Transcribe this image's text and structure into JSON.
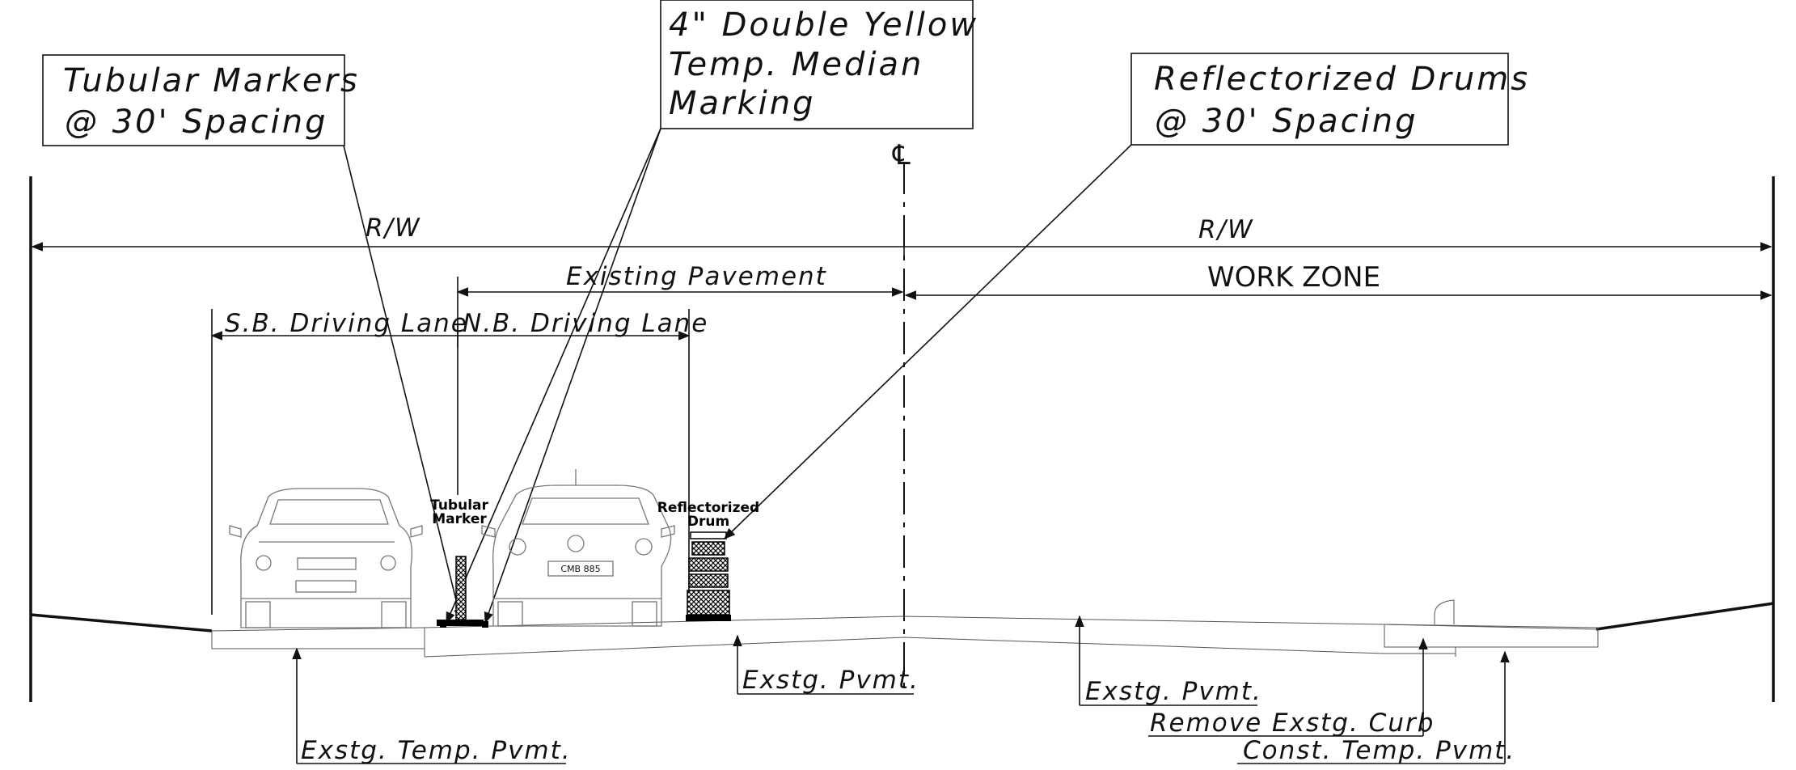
{
  "callouts": {
    "tubular_markers": {
      "line1": "Tubular Markers",
      "line2": "@ 30' Spacing"
    },
    "double_yellow": {
      "line1": "4\" Double Yellow",
      "line2": "Temp. Median",
      "line3": "Marking"
    },
    "reflectorized_drums": {
      "line1": "Reflectorized Drums",
      "line2": "@ 30' Spacing"
    }
  },
  "centerline_symbol": "℄",
  "dimensions": {
    "rw_left": "R/W",
    "rw_right": "R/W",
    "existing_pavement": "Existing Pavement",
    "work_zone": "WORK ZONE",
    "sb_driving_lane": "S.B. Driving Lane",
    "nb_driving_lane": "N.B. Driving Lane"
  },
  "device_labels": {
    "tubular_line1": "Tubular",
    "tubular_line2": "Marker",
    "drum_line1": "Reflectorized",
    "drum_line2": "Drum"
  },
  "license_plate": "CMB 885",
  "notes": {
    "exstg_temp_pvmt": "Exstg. Temp. Pvmt.",
    "exstg_pvmt_center": "Exstg. Pvmt.",
    "exstg_pvmt_right": "Exstg. Pvmt.",
    "remove_exstg_curb": "Remove Exstg. Curb",
    "const_temp_pvmt": "Const. Temp. Pvmt."
  }
}
